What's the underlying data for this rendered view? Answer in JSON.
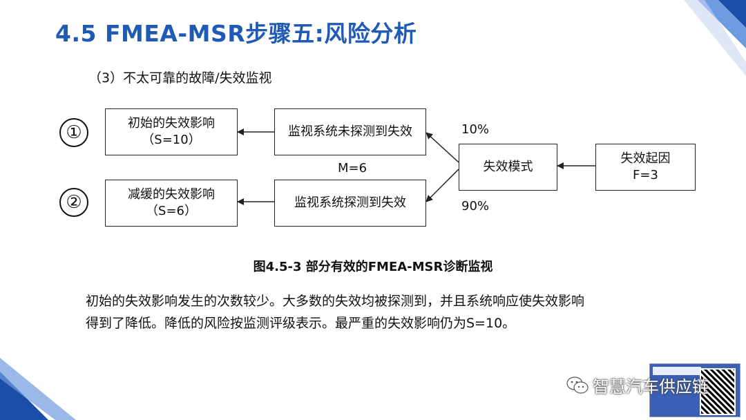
{
  "header": {
    "title": "4.5 FMEA-MSR步骤五:风险分析"
  },
  "subtitle": "（3）不太可靠的故障/失效监视",
  "diagram": {
    "markers": [
      "①",
      "②"
    ],
    "effect_initial": {
      "line1": "初始的失效影响",
      "line2": "（S=10）"
    },
    "effect_reduced": {
      "line1": "减缓的失效影响",
      "line2": "（S=6）"
    },
    "monitor_not_detected": "监视系统未探测到失效",
    "monitor_detected": "监视系统探测到失效",
    "failure_mode": "失效模式",
    "failure_cause": {
      "line1": "失效起因",
      "line2": "F=3"
    },
    "pct_top": "10%",
    "pct_bottom": "90%",
    "m_label": "M=6"
  },
  "caption": "图4.5-3 部分有效的FMEA-MSR诊断监视",
  "paragraph": {
    "line1": "初始的失效影响发生的次数较少。大多数的失效均被探测到，并且系统响应使失效影响",
    "line2": "得到了降低。降低的风险按监测评级表示。最严重的失效影响仍为S=10。"
  },
  "watermark": {
    "text": "智慧汽车供应链",
    "icon": "wechat-icon"
  },
  "colors": {
    "title": "#1f5bb5",
    "corner_dark": "#1b4ea8",
    "corner_light": "#6f9be0"
  }
}
